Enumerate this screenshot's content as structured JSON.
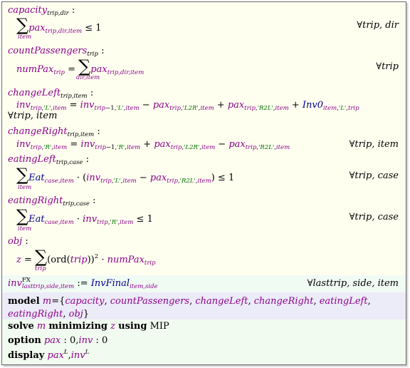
{
  "constraints": {
    "capacity": {
      "name": "capacity",
      "idx": "trip,dir",
      "sum_under": "item",
      "term": "pax",
      "term_idx": "trip,dir,item",
      "rhs": "≤ 1",
      "forall": "∀trip, dir"
    },
    "countPassengers": {
      "name": "countPassengers",
      "idx": "trip",
      "lhs": "numPax",
      "lhs_idx": "trip",
      "eq": "=",
      "sum_under": "dir,item",
      "term": "pax",
      "term_idx": "trip,dir,item",
      "forall": "∀trip"
    },
    "changeLeft": {
      "name": "changeLeft",
      "idx": "trip,item",
      "line": "inv",
      "forall": "∀trip, item"
    },
    "changeRight": {
      "name": "changeRight",
      "idx": "trip,item",
      "forall": "∀trip, item"
    },
    "eatingLeft": {
      "name": "eatingLeft",
      "idx": "trip,case",
      "sum_under": "item",
      "eat": "Eat",
      "eat_idx": "case,item",
      "rhs": ") ≤ 1",
      "forall": "∀trip, case"
    },
    "eatingRight": {
      "name": "eatingRight",
      "idx": "trip,case",
      "sum_under": "item",
      "eat": "Eat",
      "eat_idx": "case,item",
      "rhs": "≤ 1",
      "forall": "∀trip, case"
    },
    "obj": {
      "name": "obj",
      "lhs": "z",
      "sum_under": "trip",
      "ord": "(ord(",
      "trip": "trip",
      "close": "))",
      "pow": "2",
      "times": " · ",
      "numPax": "numPax",
      "numPax_idx": "trip"
    }
  },
  "fx_line": {
    "var": "inv",
    "sup": "FX",
    "sub": "lasttrip,side,item",
    "assign": " := ",
    "val": "InvFinal",
    "val_idx": "item,side",
    "forall": "∀lasttrip, side, item"
  },
  "model_line": {
    "kw": "model",
    "name": "m",
    "eq": "=",
    "list_open": "{",
    "items": [
      "capacity",
      "countPassengers",
      "changeLeft",
      "changeRight",
      "eatingLeft",
      "eatingRight",
      "obj"
    ],
    "list_close": "}"
  },
  "solve_line": {
    "kw1": "solve",
    "m": "m",
    "kw2": "minimizing",
    "z": "z",
    "kw3": "using",
    "solver": "MIP"
  },
  "option_line": {
    "kw": "option",
    "pax": "pax",
    "pax_val": " : 0,",
    "inv": "inv",
    "inv_val": " : 0"
  },
  "display_line": {
    "kw": "display",
    "pax": "pax",
    "sup": "L",
    "comma": ",",
    "inv": "inv",
    "sup2": "L"
  }
}
